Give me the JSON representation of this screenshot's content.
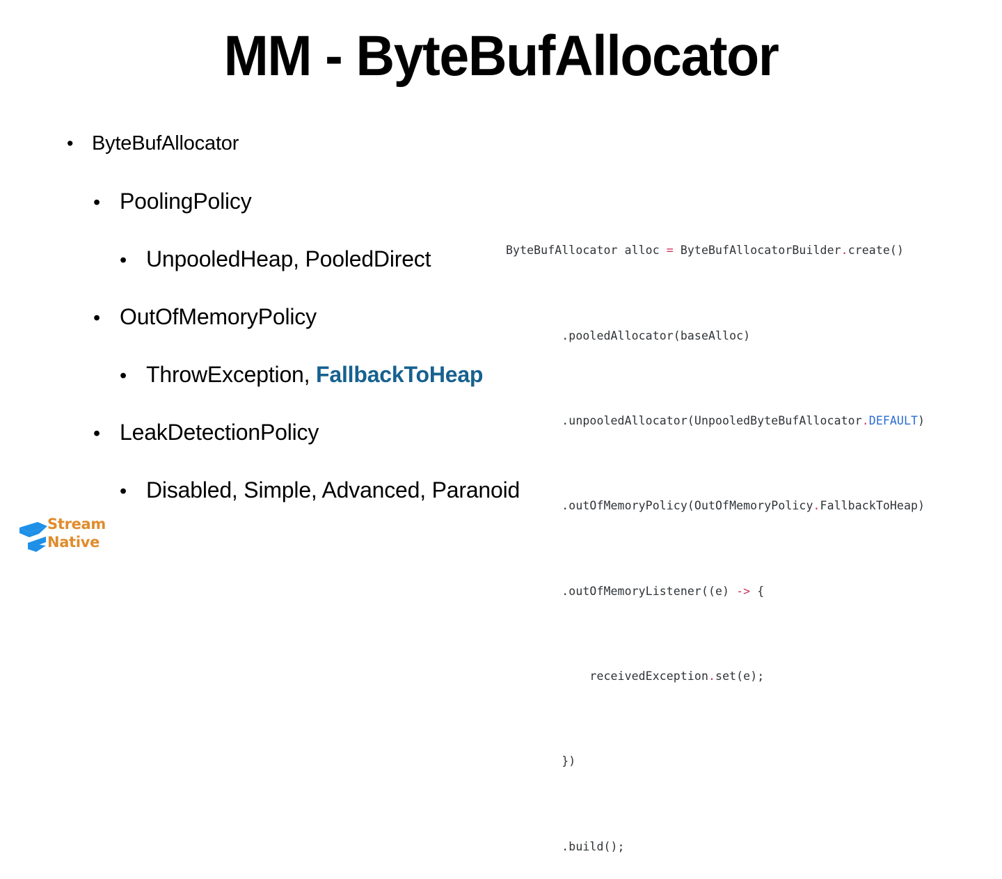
{
  "slide": {
    "title": "MM - ByteBufAllocator",
    "background_color": "#FFFFFF",
    "text_color": "#000000",
    "accent_color": "#17618F"
  },
  "outline": {
    "items": [
      {
        "level": 1,
        "text": "ByteBufAllocator",
        "bullet": "•"
      },
      {
        "level": 2,
        "text": "PoolingPolicy",
        "bullet": "•"
      },
      {
        "level": 3,
        "text": "UnpooledHeap, PooledDirect",
        "bullet": "•"
      },
      {
        "level": 2,
        "text": "OutOfMemoryPolicy",
        "bullet": "•"
      },
      {
        "level": 3,
        "text_prefix": "ThrowException, ",
        "text_accent": "FallbackToHeap",
        "bullet": "•"
      },
      {
        "level": 2,
        "text": "LeakDetectionPolicy",
        "bullet": "•"
      },
      {
        "level": 3,
        "text": "Disabled, Simple, Advanced, Paranoid",
        "bullet": "•"
      }
    ]
  },
  "code": {
    "language": "java",
    "operator_color": "#D0335C",
    "keyword_color": "#2A6BD4",
    "text_color": "#2F3337",
    "lines": [
      "ByteBufAllocator alloc = ByteBufAllocatorBuilder.create()",
      "        .pooledAllocator(baseAlloc)",
      "        .unpooledAllocator(UnpooledByteBufAllocator.DEFAULT)",
      "        .outOfMemoryPolicy(OutOfMemoryPolicy.FallbackToHeap)",
      "        .outOfMemoryListener((e) -> {",
      "            receivedException.set(e);",
      "        })",
      "        .build();"
    ],
    "line_1_a": "ByteBufAllocator alloc ",
    "line_1_eq": "=",
    "line_1_b": " ByteBufAllocatorBuilder",
    "line_1_dot": ".",
    "line_1_c": "create()",
    "line_2": "        .pooledAllocator(baseAlloc)",
    "line_3_a": "        .unpooledAllocator(UnpooledByteBufAllocator",
    "line_3_dot": ".",
    "line_3_kw": "DEFAULT",
    "line_3_b": ")",
    "line_4_a": "        .outOfMemoryPolicy(OutOfMemoryPolicy",
    "line_4_dot": ".",
    "line_4_b": "FallbackToHeap)",
    "line_5_a": "        .outOfMemoryListener((e) ",
    "line_5_op": "->",
    "line_5_b": " {",
    "line_6_a": "            receivedException",
    "line_6_dot": ".",
    "line_6_b": "set(e);",
    "line_7": "        })",
    "line_8": "        .build();"
  },
  "logo": {
    "name": "StreamNative",
    "line1": "Stream",
    "line2": "Native",
    "mark_color": "#1E90E8",
    "text_color": "#E08C2C"
  }
}
